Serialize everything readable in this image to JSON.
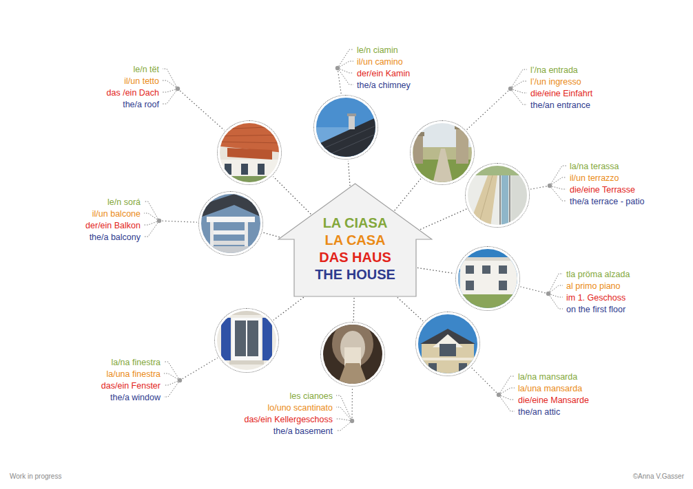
{
  "diagram": {
    "nodes": [
      {
        "text": [
          "LA CIASA",
          "LA CASA",
          "DAS HAUS",
          "THE HOUSE"
        ]
      },
      {
        "text": [
          "le/n ciamin",
          "il/un camino",
          "der/ein Kamin",
          "the/a chimney"
        ]
      },
      {
        "text": [
          "le/n tët",
          "il/un tetto",
          "das /ein Dach",
          "the/a roof"
        ]
      },
      {
        "text": [
          "l’/na entrada",
          "l’/un ingresso",
          "die/eine Einfahrt",
          "the/an entrance"
        ]
      },
      {
        "text": [
          "la/na terassa",
          "il/un terrazzo",
          "die/eine Terrasse",
          "the/a terrace - patio"
        ]
      },
      {
        "text": [
          "le/n sorá",
          "il/un balcone",
          "der/ein Balkon",
          "the/a balcony"
        ]
      },
      {
        "text": [
          "tla pröma alzada",
          "al primo piano",
          "im 1. Geschoss",
          "on the first floor"
        ]
      },
      {
        "text": [
          "la/na mansarda",
          "la/una mansarda",
          "die/eine Mansarde",
          "the/an attic"
        ]
      },
      {
        "text": [
          "la/na finestra",
          "la/una finestra",
          "das/ein Fenster",
          "the/a window"
        ]
      },
      {
        "text": [
          "les cianoes",
          "lo/uno scantinato",
          "das/ein Kellergeschoss",
          "the/a basement"
        ]
      }
    ],
    "edges": [
      {
        "from": 0,
        "to": 1,
        "arrow": "none"
      },
      {
        "from": 0,
        "to": 2,
        "arrow": "none"
      },
      {
        "from": 0,
        "to": 3,
        "arrow": "none"
      },
      {
        "from": 0,
        "to": 4,
        "arrow": "none"
      },
      {
        "from": 0,
        "to": 5,
        "arrow": "none"
      },
      {
        "from": 0,
        "to": 6,
        "arrow": "none"
      },
      {
        "from": 0,
        "to": 7,
        "arrow": "none"
      },
      {
        "from": 0,
        "to": 8,
        "arrow": "none"
      },
      {
        "from": 0,
        "to": 9,
        "arrow": "none"
      }
    ],
    "labels": [
      "Work in progress",
      "©Anna V.Gasser"
    ]
  }
}
